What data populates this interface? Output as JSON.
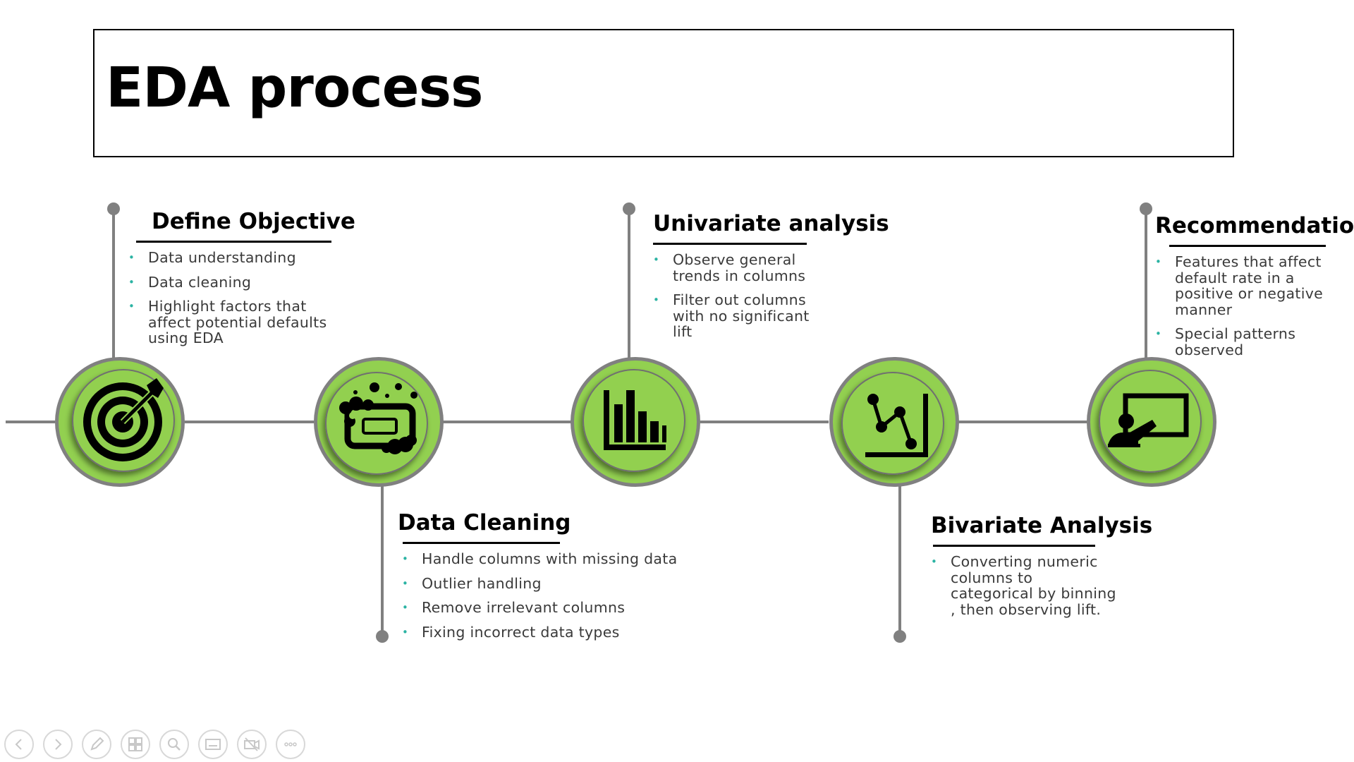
{
  "title": "EDA process",
  "colors": {
    "accent": "#92d050",
    "ring": "#808080",
    "bullet": "#2bb3a3"
  },
  "steps": [
    {
      "heading": "Define Objective",
      "icon": "target-icon",
      "bullets": [
        "Data understanding",
        "Data cleaning",
        "Highlight factors that affect potential defaults using EDA"
      ]
    },
    {
      "heading": "Data Cleaning",
      "icon": "cleaning-icon",
      "bullets": [
        "Handle columns with missing data",
        "Outlier handling",
        "Remove irrelevant columns",
        "Fixing incorrect data types"
      ]
    },
    {
      "heading": "Univariate analysis",
      "icon": "bar-chart-icon",
      "bullets": [
        "Observe general trends in columns",
        "Filter out columns with no significant lift"
      ]
    },
    {
      "heading": "Bivariate Analysis",
      "icon": "line-chart-icon",
      "bullets": [
        "Converting numeric columns to categorical by binning , then observing lift."
      ]
    },
    {
      "heading": "Recommendations",
      "icon": "presentation-icon",
      "bullets": [
        "Features that affect default rate in a positive or negative manner",
        "Special patterns observed"
      ]
    }
  ],
  "controls": [
    {
      "name": "previous-slide-button",
      "icon": "arrow-left-icon"
    },
    {
      "name": "next-slide-button",
      "icon": "arrow-right-icon"
    },
    {
      "name": "pen-button",
      "icon": "pen-icon"
    },
    {
      "name": "see-all-slides-button",
      "icon": "slides-grid-icon"
    },
    {
      "name": "zoom-button",
      "icon": "magnifier-icon"
    },
    {
      "name": "subtitles-button",
      "icon": "subtitles-icon"
    },
    {
      "name": "camera-toggle-button",
      "icon": "camera-off-icon"
    },
    {
      "name": "more-options-button",
      "icon": "ellipsis-icon"
    }
  ]
}
